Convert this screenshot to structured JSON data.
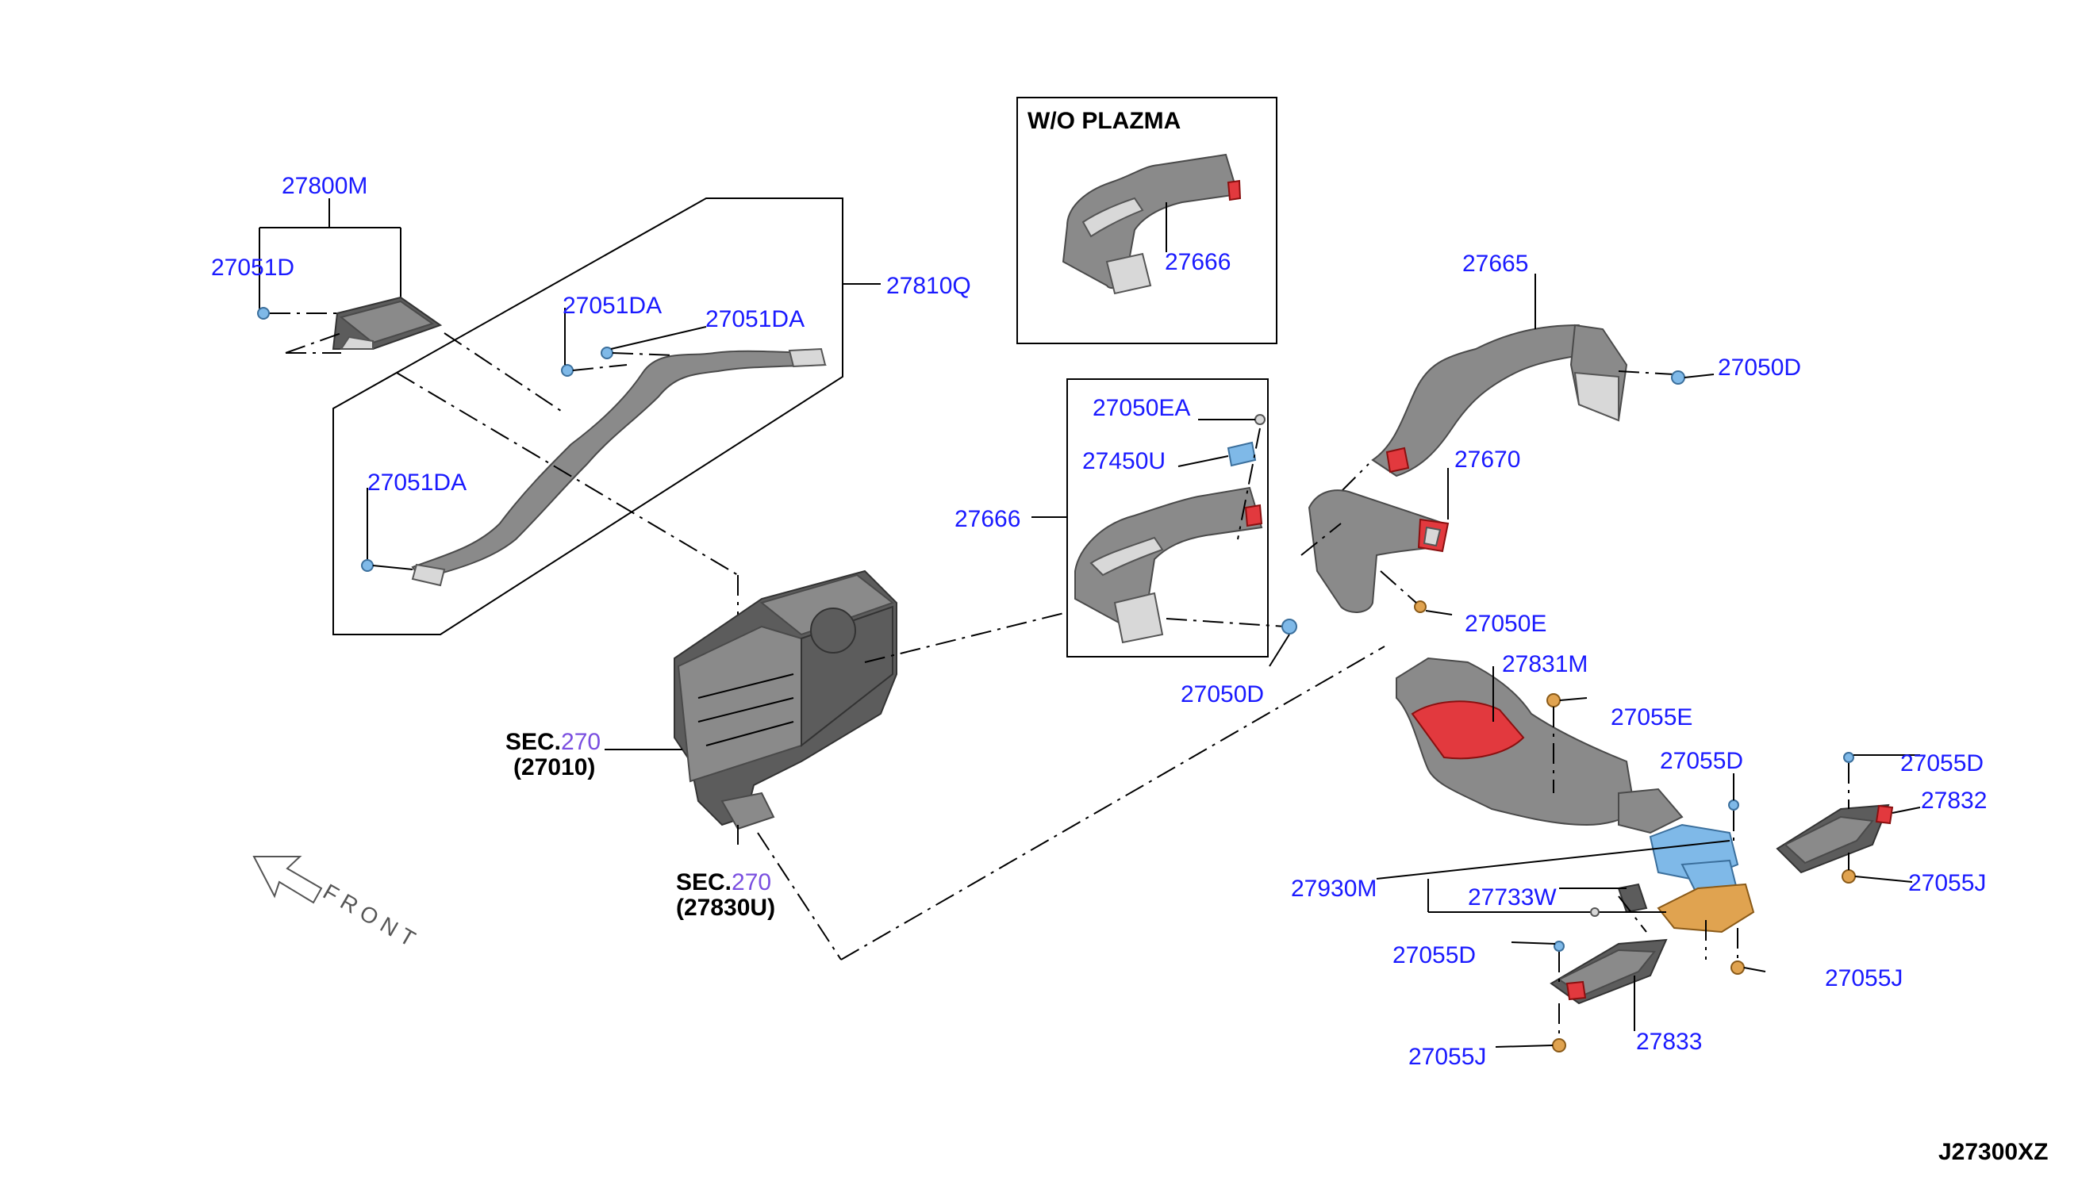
{
  "parts": {
    "p27800M": "27800M",
    "p27051D": "27051D",
    "p27051DA_1": "27051DA",
    "p27051DA_2": "27051DA",
    "p27051DA_3": "27051DA",
    "p27810Q": "27810Q",
    "wo_plazma": "W/O PLAZMA",
    "p27666_top": "27666",
    "p27665": "27665",
    "p27050D_top": "27050D",
    "p27050EA": "27050EA",
    "p27450U": "27450U",
    "p27666": "27666",
    "p27670": "27670",
    "p27050E": "27050E",
    "p27050D_mid": "27050D",
    "p27831M": "27831M",
    "p27055E": "27055E",
    "p27055D_1": "27055D",
    "p27055D_2": "27055D",
    "p27832": "27832",
    "p27055J_1": "27055J",
    "p27930M": "27930M",
    "p27733W": "27733W",
    "p27055D_3": "27055D",
    "p27055J_2": "27055J",
    "p27833": "27833",
    "p27055J_3": "27055J"
  },
  "sections": {
    "sec1_prefix": "SEC.",
    "sec1_num": "270",
    "sec1_sub": "(27010)",
    "sec2_prefix": "SEC.",
    "sec2_num": "270",
    "sec2_sub": "(27830U)"
  },
  "front_label": "FRONT",
  "diagram_code": "J27300XZ",
  "colors": {
    "part_number": "#1a1aff",
    "section_number": "#7a4fe0",
    "highlight_red": "#e2393e",
    "highlight_blue": "#7fb9e8",
    "highlight_orange": "#e0a350"
  }
}
